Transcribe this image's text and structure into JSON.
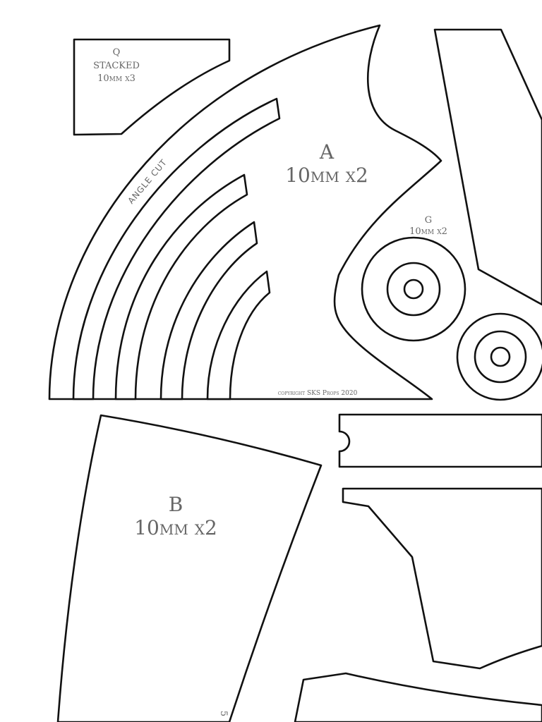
{
  "pieces": {
    "q": {
      "letter": "Q",
      "line1": "STACKED",
      "line2": "10mm x3"
    },
    "a": {
      "letter": "A",
      "spec": "10mm x2",
      "angle_note": "ANGLE CUT"
    },
    "g": {
      "letter": "G",
      "spec": "10mm x2"
    },
    "b": {
      "letter": "B",
      "spec": "10mm x2",
      "edge_mark": "5"
    }
  },
  "copyright": "copyright SKS Props 2020"
}
